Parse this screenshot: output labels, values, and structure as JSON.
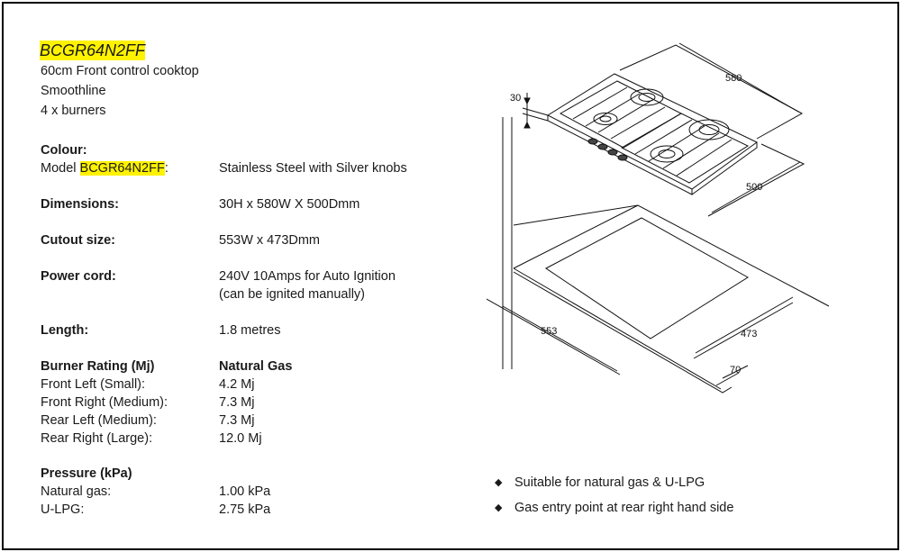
{
  "product": {
    "model": "BCGR64N2FF",
    "subtitle_lines": [
      "60cm Front control cooktop",
      "Smoothline",
      "4 x burners"
    ]
  },
  "specs": {
    "colour": {
      "label": "Colour:",
      "model_prefix": "Model ",
      "model": "BCGR64N2FF",
      "model_suffix": ":",
      "value": "Stainless Steel with Silver knobs"
    },
    "dimensions": {
      "label": "Dimensions:",
      "value": "30H x 580W X 500Dmm"
    },
    "cutout": {
      "label": "Cutout size:",
      "value": "553W x 473Dmm"
    },
    "power_cord": {
      "label": "Power cord:",
      "value_lines": [
        "240V 10Amps for Auto Ignition",
        "(can be ignited manually)"
      ]
    },
    "length": {
      "label": "Length:",
      "value": "1.8 metres"
    }
  },
  "burners": {
    "header_left": "Burner Rating (Mj)",
    "header_right": "Natural Gas",
    "rows": [
      {
        "label": "Front Left (Small):",
        "value": "4.2 Mj"
      },
      {
        "label": "Front Right (Medium):",
        "value": "7.3 Mj"
      },
      {
        "label": "Rear Left (Medium):",
        "value": "7.3 Mj"
      },
      {
        "label": "Rear Right (Large):",
        "value": "12.0 Mj"
      }
    ]
  },
  "pressure": {
    "header": "Pressure (kPa)",
    "rows": [
      {
        "label": "Natural gas:",
        "value": "1.00 kPa"
      },
      {
        "label": "U-LPG:",
        "value": "2.75 kPa"
      }
    ]
  },
  "notes": [
    {
      "bullet": "◆",
      "text": "Suitable for natural gas & U-LPG"
    },
    {
      "bullet": "◆",
      "text": "Gas entry point at rear right hand side"
    }
  ],
  "diagram": {
    "dim_height": "30",
    "dim_width": "580",
    "dim_depth": "500",
    "dim_cutout_width": "553",
    "dim_cutout_depth": "473",
    "dim_clearance": "70"
  }
}
